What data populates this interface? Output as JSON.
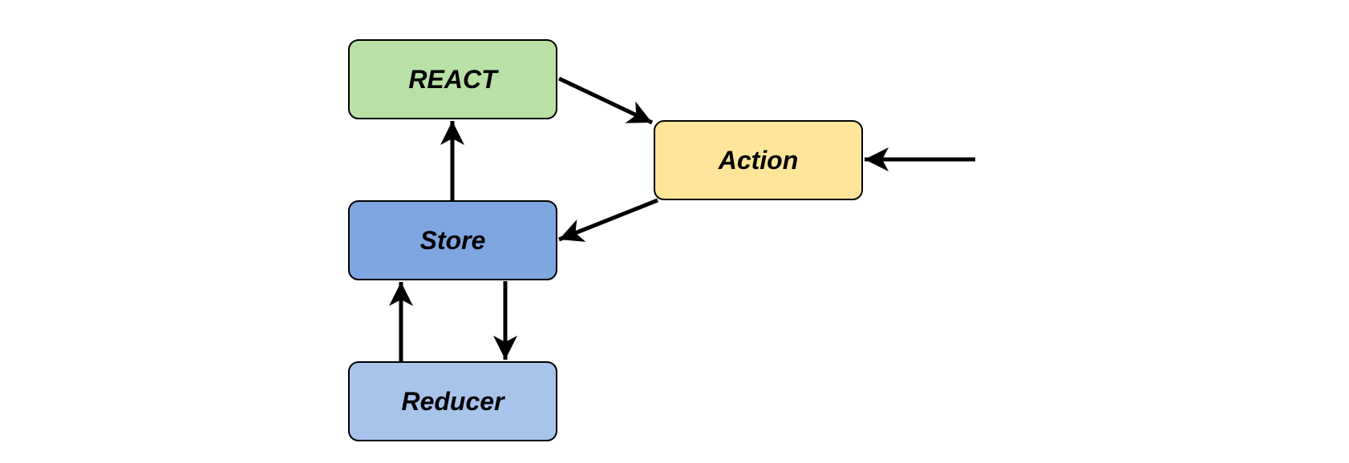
{
  "diagram": {
    "nodes": [
      {
        "id": "react",
        "label": "REACT",
        "color": "#b9e0a5"
      },
      {
        "id": "action",
        "label": "Action",
        "color": "#ffe599"
      },
      {
        "id": "store",
        "label": "Store",
        "color": "#7ea6e0"
      },
      {
        "id": "reducer",
        "label": "Reducer",
        "color": "#a9c4eb"
      }
    ],
    "edges": [
      {
        "from": "react",
        "to": "action"
      },
      {
        "from": "action",
        "to": "store"
      },
      {
        "from": "store",
        "to": "react"
      },
      {
        "from": "store",
        "to": "reducer"
      },
      {
        "from": "reducer",
        "to": "store"
      },
      {
        "from": "external-input",
        "to": "action"
      }
    ],
    "stroke_color": "#000000"
  }
}
